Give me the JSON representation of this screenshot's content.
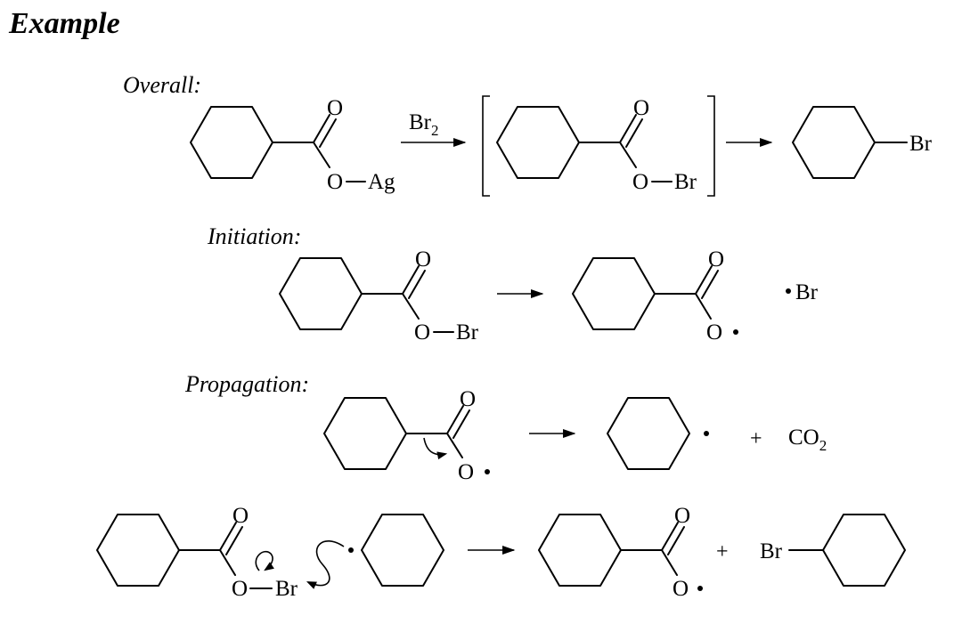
{
  "title": "Example",
  "sections": {
    "overall": "Overall:",
    "initiation": "Initiation:",
    "propagation": "Propagation:"
  },
  "atoms": {
    "O": "O",
    "Ag": "Ag",
    "Br": "Br",
    "C": "C"
  },
  "reagent": {
    "base": "Br",
    "sub": "2"
  },
  "co2": {
    "base": "CO",
    "sub": "2"
  },
  "plus": "+",
  "colors": {
    "ink": "#000000",
    "background": "#ffffff"
  }
}
